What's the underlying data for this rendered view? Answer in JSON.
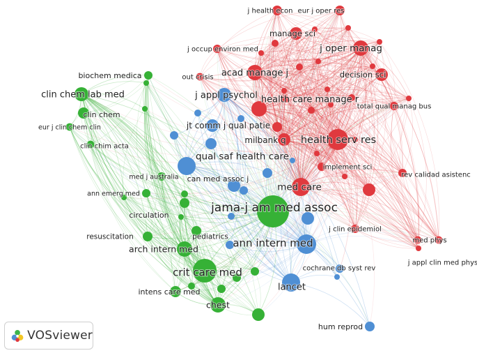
{
  "app": {
    "name": "VOSviewer"
  },
  "colors": {
    "red": "#e0393e",
    "green": "#36b136",
    "blue": "#4f8fd4"
  },
  "clusters": [
    {
      "id": "red",
      "color": "#e0393e"
    },
    {
      "id": "green",
      "color": "#36b136"
    },
    {
      "id": "blue",
      "color": "#4f8fd4"
    }
  ],
  "nodes": [
    {
      "id": "jama",
      "label": "jama-j am med assoc",
      "cluster": "green",
      "weight": 1.0
    },
    {
      "id": "critcare",
      "label": "crit care med",
      "cluster": "green",
      "weight": 0.7
    },
    {
      "id": "clinchemlab",
      "label": "clin chem lab med",
      "cluster": "green",
      "weight": 0.35
    },
    {
      "id": "clinchem",
      "label": "clin chem",
      "cluster": "green",
      "weight": 0.25
    },
    {
      "id": "biochem",
      "label": "biochem medica",
      "cluster": "green",
      "weight": 0.15
    },
    {
      "id": "eurjclin",
      "label": "eur j clin chem clin",
      "cluster": "green",
      "weight": 0.12
    },
    {
      "id": "clinchim",
      "label": "clin chim acta",
      "cluster": "green",
      "weight": 0.12
    },
    {
      "id": "medjaust",
      "label": "med j australia",
      "cluster": "green",
      "weight": 0.15
    },
    {
      "id": "annemerg",
      "label": "ann emerg med",
      "cluster": "green",
      "weight": 0.15
    },
    {
      "id": "circulation",
      "label": "circulation",
      "cluster": "green",
      "weight": 0.2
    },
    {
      "id": "resusc",
      "label": "resuscitation",
      "cluster": "green",
      "weight": 0.2
    },
    {
      "id": "pediatrics",
      "label": "pediatrics",
      "cluster": "green",
      "weight": 0.2
    },
    {
      "id": "archintern",
      "label": "arch intern med",
      "cluster": "green",
      "weight": 0.4
    },
    {
      "id": "intenscare",
      "label": "intens care med",
      "cluster": "green",
      "weight": 0.25
    },
    {
      "id": "chest",
      "label": "chest",
      "cluster": "green",
      "weight": 0.4
    },
    {
      "id": "japplpsych",
      "label": "j appl psychol",
      "cluster": "blue",
      "weight": 0.35
    },
    {
      "id": "jtcomm",
      "label": "jt comm j qual patie",
      "cluster": "blue",
      "weight": 0.3
    },
    {
      "id": "qualsaf",
      "label": "qual saf health care",
      "cluster": "blue",
      "weight": 0.5
    },
    {
      "id": "canmed",
      "label": "can med assoc j",
      "cluster": "blue",
      "weight": 0.3
    },
    {
      "id": "annintern",
      "label": "ann intern med",
      "cluster": "blue",
      "weight": 0.55
    },
    {
      "id": "lancet",
      "label": "lancet",
      "cluster": "blue",
      "weight": 0.5
    },
    {
      "id": "cochrane",
      "label": "cochrane db syst rev",
      "cluster": "blue",
      "weight": 0.15
    },
    {
      "id": "humreprod",
      "label": "hum reprod",
      "cluster": "blue",
      "weight": 0.2
    },
    {
      "id": "healthserv",
      "label": "health serv res",
      "cluster": "red",
      "weight": 0.6
    },
    {
      "id": "medcare",
      "label": "med care",
      "cluster": "red",
      "weight": 0.5
    },
    {
      "id": "acadmanage",
      "label": "acad manage j",
      "cluster": "red",
      "weight": 0.4
    },
    {
      "id": "healthcaremanage",
      "label": "health care manage r",
      "cluster": "red",
      "weight": 0.4
    },
    {
      "id": "joperman",
      "label": "j oper manag",
      "cluster": "red",
      "weight": 0.4
    },
    {
      "id": "managesci",
      "label": "manage sci",
      "cluster": "red",
      "weight": 0.3
    },
    {
      "id": "decisionsci",
      "label": "decision sci",
      "cluster": "red",
      "weight": 0.3
    },
    {
      "id": "jhealthecon",
      "label": "j health econ",
      "cluster": "red",
      "weight": 0.2
    },
    {
      "id": "eurjoper",
      "label": "eur j oper res",
      "cluster": "red",
      "weight": 0.2
    },
    {
      "id": "joccup",
      "label": "j occup environ med",
      "cluster": "red",
      "weight": 0.15
    },
    {
      "id": "outcrisis",
      "label": "out crisis",
      "cluster": "red",
      "weight": 0.12
    },
    {
      "id": "totalqual",
      "label": "total qual manag bus",
      "cluster": "red",
      "weight": 0.15
    },
    {
      "id": "milbank",
      "label": "milbank q",
      "cluster": "red",
      "weight": 0.3
    },
    {
      "id": "implement",
      "label": "implement sci",
      "cluster": "red",
      "weight": 0.15
    },
    {
      "id": "revcalidad",
      "label": "rev calidad asistenc",
      "cluster": "red",
      "weight": 0.15
    },
    {
      "id": "jclinepid",
      "label": "j clin epidemiol",
      "cluster": "red",
      "weight": 0.15
    },
    {
      "id": "medphys",
      "label": "med phys",
      "cluster": "red",
      "weight": 0.12
    },
    {
      "id": "japplclinmed",
      "label": "j appl clin med phys",
      "cluster": "red",
      "weight": 0.12
    }
  ]
}
